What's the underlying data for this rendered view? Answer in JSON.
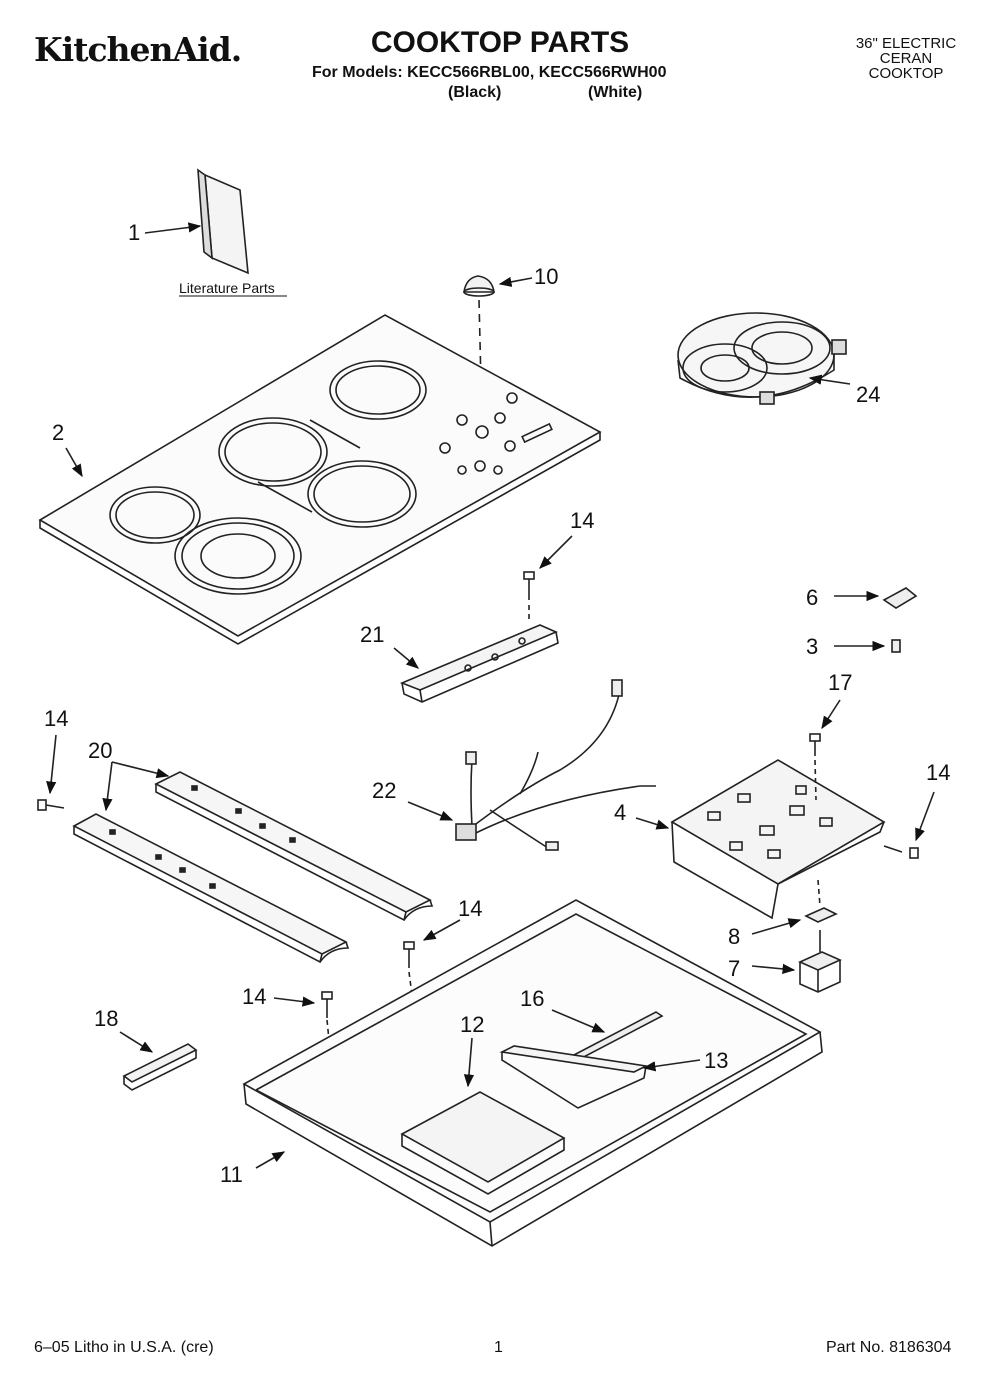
{
  "header": {
    "brand": "KitchenAid.",
    "title": "COOKTOP PARTS",
    "models_line": "For Models: KECC566RBL00, KECC566RWH00",
    "color_black": "(Black)",
    "color_white": "(White)",
    "product_lines": [
      "36\" ELECTRIC",
      "CERAN",
      "COOKTOP"
    ]
  },
  "callouts": {
    "c1": "1",
    "c2": "2",
    "c3": "3",
    "c4": "4",
    "c6": "6",
    "c7": "7",
    "c8": "8",
    "c10": "10",
    "c11": "11",
    "c12": "12",
    "c13": "13",
    "c14a": "14",
    "c14b": "14",
    "c14c": "14",
    "c14d": "14",
    "c14e": "14",
    "c16": "16",
    "c17": "17",
    "c18": "18",
    "c20": "20",
    "c21": "21",
    "c22": "22",
    "c24": "24"
  },
  "literature_label": "Literature Parts",
  "footer": {
    "left": "6–05 Litho in U.S.A. (cre)",
    "center": "1",
    "right": "Part No. 8186304"
  }
}
